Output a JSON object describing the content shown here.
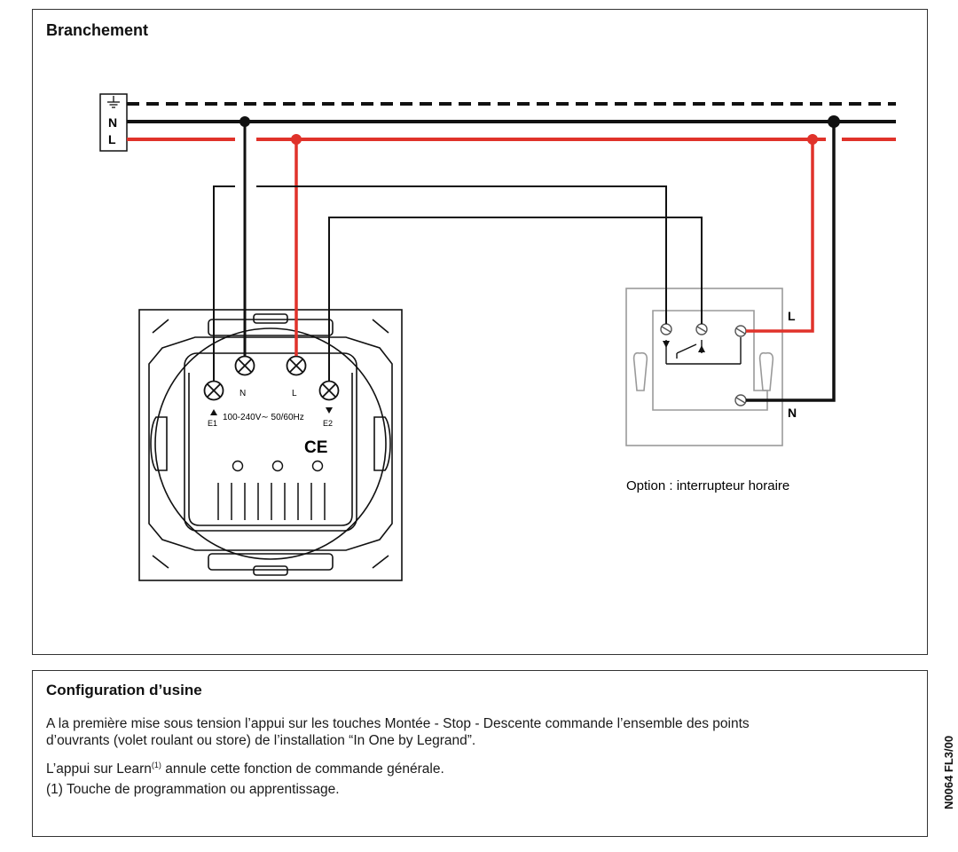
{
  "branchement": {
    "title": "Branchement",
    "bus_labels": {
      "earth": "⏚",
      "neutral": "N",
      "live": "L"
    },
    "device": {
      "terminals": {
        "neutral": "N",
        "live": "L",
        "up": "E1",
        "down": "E2"
      },
      "rating": "100-240V∼  50/60Hz",
      "mark": "CE"
    },
    "timer": {
      "live_label": "L",
      "neutral_label": "N",
      "caption": "Option : interrupteur horaire"
    },
    "colors": {
      "live": "#e0322a",
      "wire": "#111111",
      "device_outline": "#111111",
      "timer_outline": "#9a9a9a"
    }
  },
  "configuration": {
    "title": "Configuration d’usine",
    "paragraph1_line1": "A la première mise sous tension l’appui sur les touches Montée - Stop - Descente commande l’ensemble des points",
    "paragraph1_line2": "d’ouvrants (volet roulant ou store) de l’installation “In One by Legrand”.",
    "paragraph2_before": "L’appui sur Learn",
    "paragraph2_sup": "(1)",
    "paragraph2_after": " annule cette fonction de commande générale.",
    "footnote": "(1) Touche de programmation ou apprentissage."
  },
  "reference_code": "N0064 FL3/00"
}
